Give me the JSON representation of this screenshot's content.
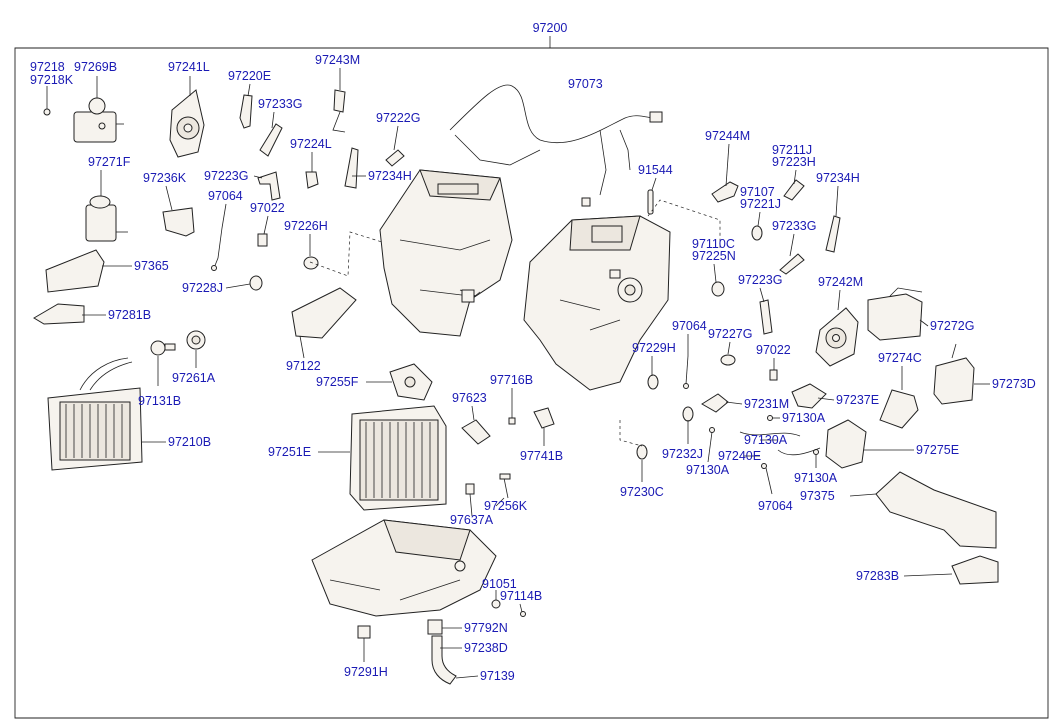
{
  "labels": {
    "p97200": "97200",
    "p97218": "97218",
    "p97218K": "97218K",
    "p97269B": "97269B",
    "p97241L": "97241L",
    "p97220E": "97220E",
    "p97243M": "97243M",
    "p97073": "97073",
    "p97233G_a": "97233G",
    "p97222G": "97222G",
    "p97224L": "97224L",
    "p97271F": "97271F",
    "p97236K": "97236K",
    "p97223G_a": "97223G",
    "p97234H_a": "97234H",
    "p97064_a": "97064",
    "p97022_a": "97022",
    "p97226H": "97226H",
    "p91544": "91544",
    "p97244M": "97244M",
    "p97211J": "97211J",
    "p97223H": "97223H",
    "p97107": "97107",
    "p97221J": "97221J",
    "p97234H_b": "97234H",
    "p97233G_b": "97233G",
    "p97110C": "97110C",
    "p97225N": "97225N",
    "p97365": "97365",
    "p97228J": "97228J",
    "p97223G_b": "97223G",
    "p97242M": "97242M",
    "p97281B": "97281B",
    "p97272G": "97272G",
    "p97122": "97122",
    "p97064_b": "97064",
    "p97227G": "97227G",
    "p97229H": "97229H",
    "p97022_b": "97022",
    "p97274C": "97274C",
    "p97261A": "97261A",
    "p97131B": "97131B",
    "p97255F": "97255F",
    "p97716B": "97716B",
    "p97273D": "97273D",
    "p97623": "97623",
    "p97231M": "97231M",
    "p97237E": "97237E",
    "p97130A_a": "97130A",
    "p97210B": "97210B",
    "p97130A_b": "97130A",
    "p97251E": "97251E",
    "p97741B": "97741B",
    "p97232J": "97232J",
    "p97240E": "97240E",
    "p97275E": "97275E",
    "p97130A_c": "97130A",
    "p97130A_d": "97130A",
    "p97230C": "97230C",
    "p97375": "97375",
    "p97256K": "97256K",
    "p97064_c": "97064",
    "p97637A": "97637A",
    "p91051": "91051",
    "p97283B": "97283B",
    "p97114B": "97114B",
    "p97792N": "97792N",
    "p97238D": "97238D",
    "p97291H": "97291H",
    "p97139": "97139"
  }
}
